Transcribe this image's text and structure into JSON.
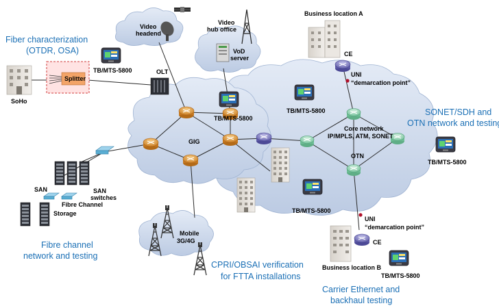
{
  "headings": {
    "fiber_line1": "Fiber characterization",
    "fiber_line2": "(OTDR, OSA)",
    "sonet_line1": "SONET/SDH and",
    "sonet_line2": "OTN network and testing",
    "fibre_line1": "Fibre channel",
    "fibre_line2": "network and testing",
    "cpri_line1": "CPRI/OBSAI verification",
    "cpri_line2": "for FTTA installations",
    "carrier_line1": "Carrier Ethernet and",
    "carrier_line2": "backhaul testing"
  },
  "labels": {
    "video_headend_1": "Video",
    "video_headend_2": "headend",
    "video_hub_1": "Video",
    "video_hub_2": "hub office",
    "vod_1": "VoD",
    "vod_2": "server",
    "business_a": "Business location A",
    "business_b": "Business location B",
    "ce": "CE",
    "uni": "UNI",
    "demarcation": "“demarcation point”",
    "tester": "TB/MTS-5800",
    "splitter": "Splitter",
    "olt": "OLT",
    "soho": "SoHo",
    "gig": "GIG",
    "core_1": "Core network",
    "core_2": "IP/MPLS, ATM, SONET",
    "otn": "OTN",
    "san": "SAN",
    "san_switches_1": "SAN",
    "san_switches_2": "switches",
    "fibre_channel": "Fibre Channel",
    "storage": "Storage",
    "mobile_1": "Mobile",
    "mobile_2": "3G/4G"
  },
  "colors": {
    "heading": "#1a6fb5",
    "cloud": "#c9d6ea",
    "router_orange": "#e39a3a",
    "router_green": "#8fd1ae",
    "router_purple": "#8a87c4",
    "demarcation_dot": "#b0102a"
  }
}
